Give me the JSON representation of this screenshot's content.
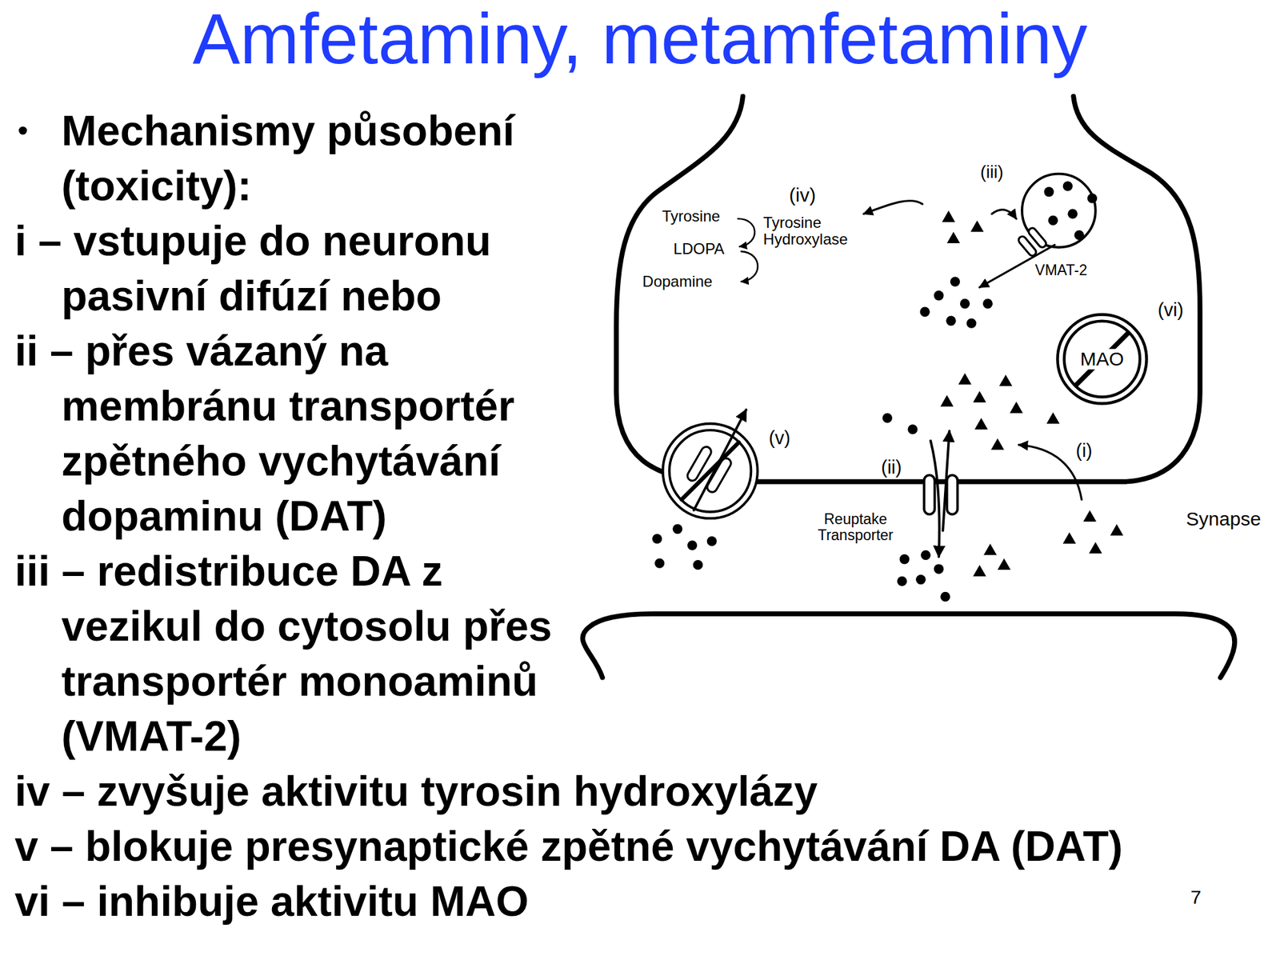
{
  "diagram": {
    "title": "Amfetaminy, metamfetaminy",
    "nodes": [
      {
        "text": [
          "MAO"
        ]
      }
    ],
    "edges": [],
    "labels": [
      "Mechanismy působení (toxicity):",
      "i – vstupuje do neuronu pasivní difúzí nebo",
      "ii – přes vázaný na membránu transportér zpětného vychytávání dopaminu (DAT)",
      "iii – redistribuce DA z vezikul do cytosolu přes transportér monoaminů (VMAT-2)",
      "iv – zvyšuje aktivitu tyrosin hydroxylázy",
      "v – blokuje presynaptické zpětné vychytávání DA (DAT)",
      "vi – inhibuje aktivitu MAO",
      "(iii)",
      "(iv)",
      "Tyrosine",
      "Tyrosine Hydroxylase",
      "LDOPA",
      "Dopamine",
      "VMAT-2",
      "(vi)",
      "(v)",
      "(ii)",
      "(i)",
      "Reuptake Transporter",
      "Synapse",
      "7"
    ]
  }
}
